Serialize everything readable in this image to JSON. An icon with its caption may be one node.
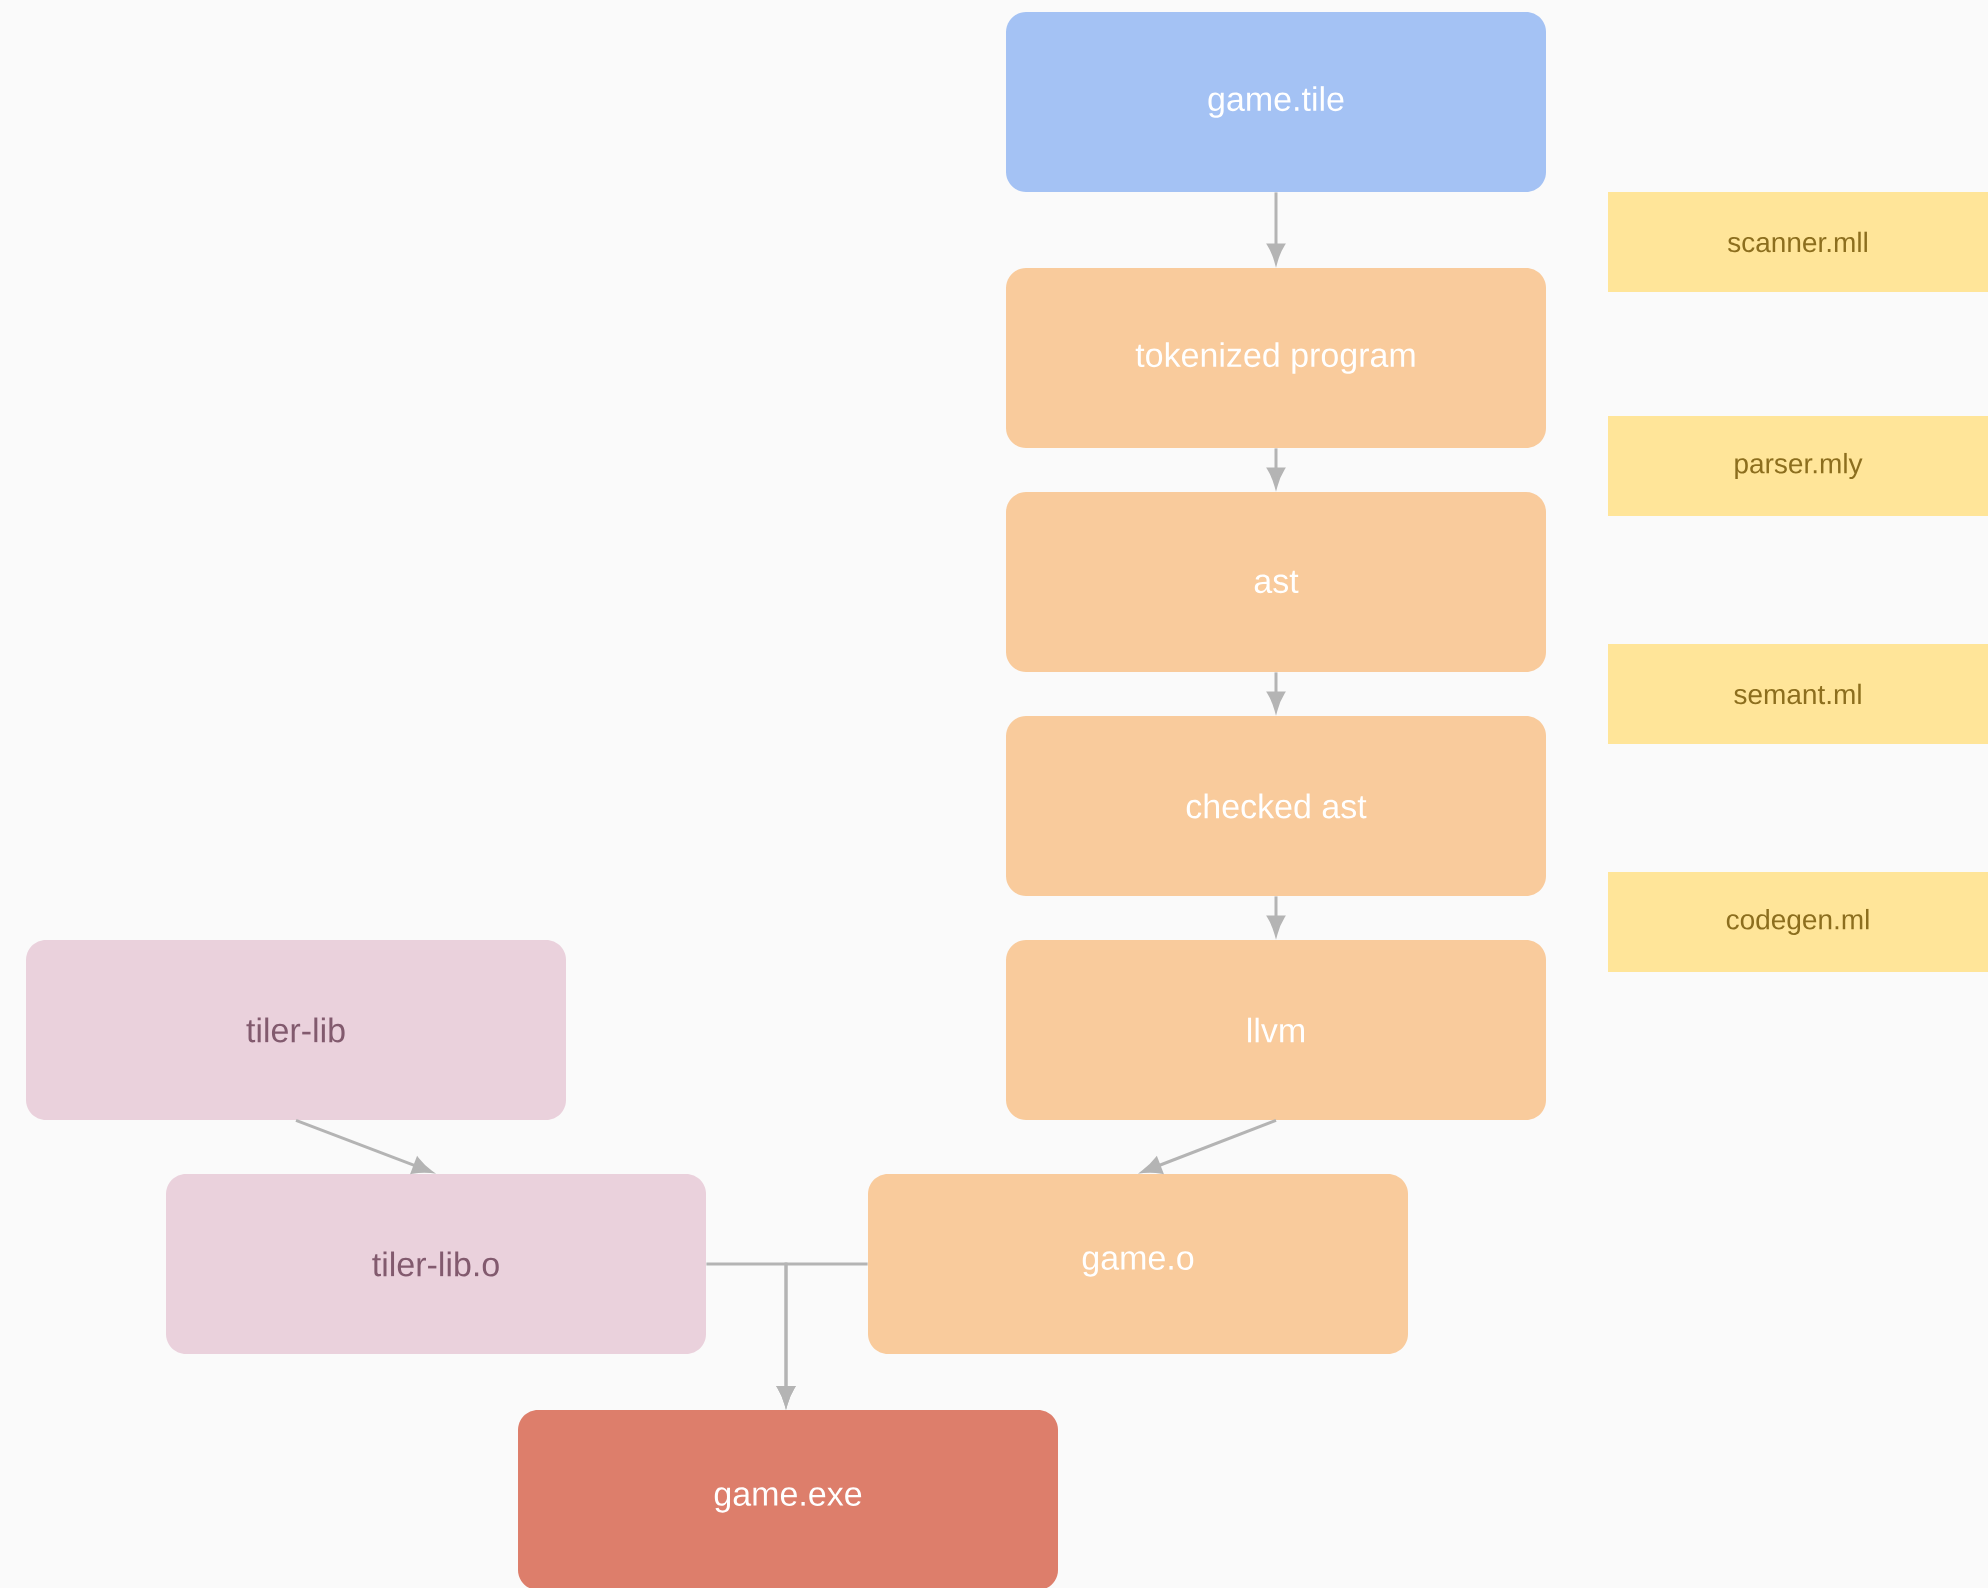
{
  "diagram": {
    "nodes": [
      {
        "text": [
          "game.tile"
        ]
      },
      {
        "text": [
          "scanner.mll"
        ]
      },
      {
        "text": [
          "tokenized program"
        ]
      },
      {
        "text": [
          "parser.mly"
        ]
      },
      {
        "text": [
          "ast"
        ]
      },
      {
        "text": [
          "semant.ml"
        ]
      },
      {
        "text": [
          "checked ast"
        ]
      },
      {
        "text": [
          "codegen.ml"
        ]
      },
      {
        "text": [
          "tiler-lib"
        ]
      },
      {
        "text": [
          "llvm"
        ]
      },
      {
        "text": [
          "tiler-lib.o"
        ]
      },
      {
        "text": [
          "game.o"
        ]
      },
      {
        "text": [
          "game.exe"
        ]
      }
    ],
    "edges": [
      {
        "from": 0,
        "to": 2,
        "arrow": "to"
      },
      {
        "from": 2,
        "to": 4,
        "arrow": "to"
      },
      {
        "from": 4,
        "to": 6,
        "arrow": "to"
      },
      {
        "from": 6,
        "to": 9,
        "arrow": "to"
      },
      {
        "from": 9,
        "to": 11,
        "arrow": "to"
      },
      {
        "from": 8,
        "to": 10,
        "arrow": "to"
      },
      {
        "from": 10,
        "to": 12,
        "arrow": "to"
      },
      {
        "from": 11,
        "to": 12,
        "arrow": "to"
      }
    ]
  }
}
